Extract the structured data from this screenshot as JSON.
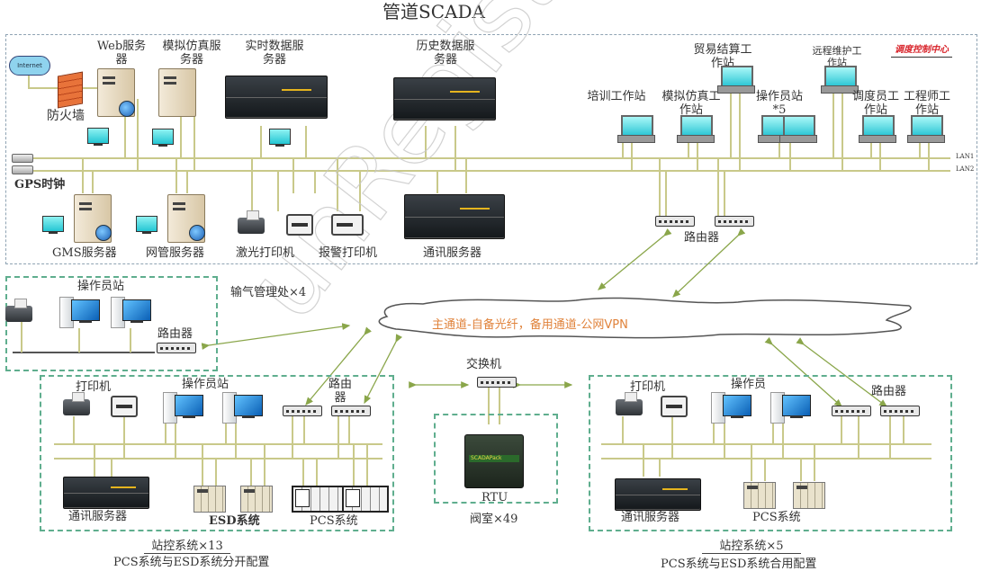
{
  "title": "管道SCADA",
  "watermark": "unRegistered",
  "control_center": {
    "label": "调度控制中心",
    "lan_labels": [
      "LAN1",
      "LAN2"
    ],
    "internet_label": "Internet",
    "nodes": {
      "firewall": "防火墙",
      "web_server": "Web服务器",
      "sim_server": "模拟仿真服务器",
      "realtime_server": "实时数据服务器",
      "history_server": "历史数据服务器",
      "training_ws": "培训工作站",
      "sim_ws": "模拟仿真工作站",
      "trade_ws": "贸易结算工作站",
      "operator_ws": "操作员站*5",
      "remote_ws": "远程维护工作站",
      "dispatcher_ws": "调度员工作站",
      "engineer_ws": "工程师工作站",
      "gps_clock": "GPS时钟",
      "gms_server": "GMS服务器",
      "nms_server": "网管服务器",
      "laser_printer": "激光打印机",
      "alarm_printer": "报警打印机",
      "comm_server": "通讯服务器",
      "router": "路由器"
    }
  },
  "gas_office": {
    "label": "输气管理处×4",
    "operator_station": "操作员站",
    "router": "路由器"
  },
  "network": {
    "cloud_text": "主通道-自备光纤，备用通道-公网VPN",
    "switch": "交换机"
  },
  "station_a": {
    "printer": "打印机",
    "operator_station": "操作员站",
    "router": "路由器",
    "comm_server": "通讯服务器",
    "esd": "ESD系统",
    "pcs": "PCS系统",
    "caption": "站控系统×13",
    "subcaption": "PCS系统与ESD系统分开配置"
  },
  "valve_room": {
    "rtu": "RTU",
    "rtu_brand": "SCADAPack",
    "caption": "阀室×49"
  },
  "station_b": {
    "printer": "打印机",
    "operator_station": "操作员",
    "router": "路由器",
    "comm_server": "通讯服务器",
    "pcs": "PCS系统",
    "caption": "站控系统×5",
    "subcaption": "PCS系统与ESD系统合用配置"
  },
  "colors": {
    "wire": "#c9c98a",
    "link_arrow": "#8aa64a",
    "box_border": "#8fa3b3",
    "site_border": "#5fae8e",
    "accent_red": "#d8232a",
    "cloud_text": "#e0823a"
  }
}
